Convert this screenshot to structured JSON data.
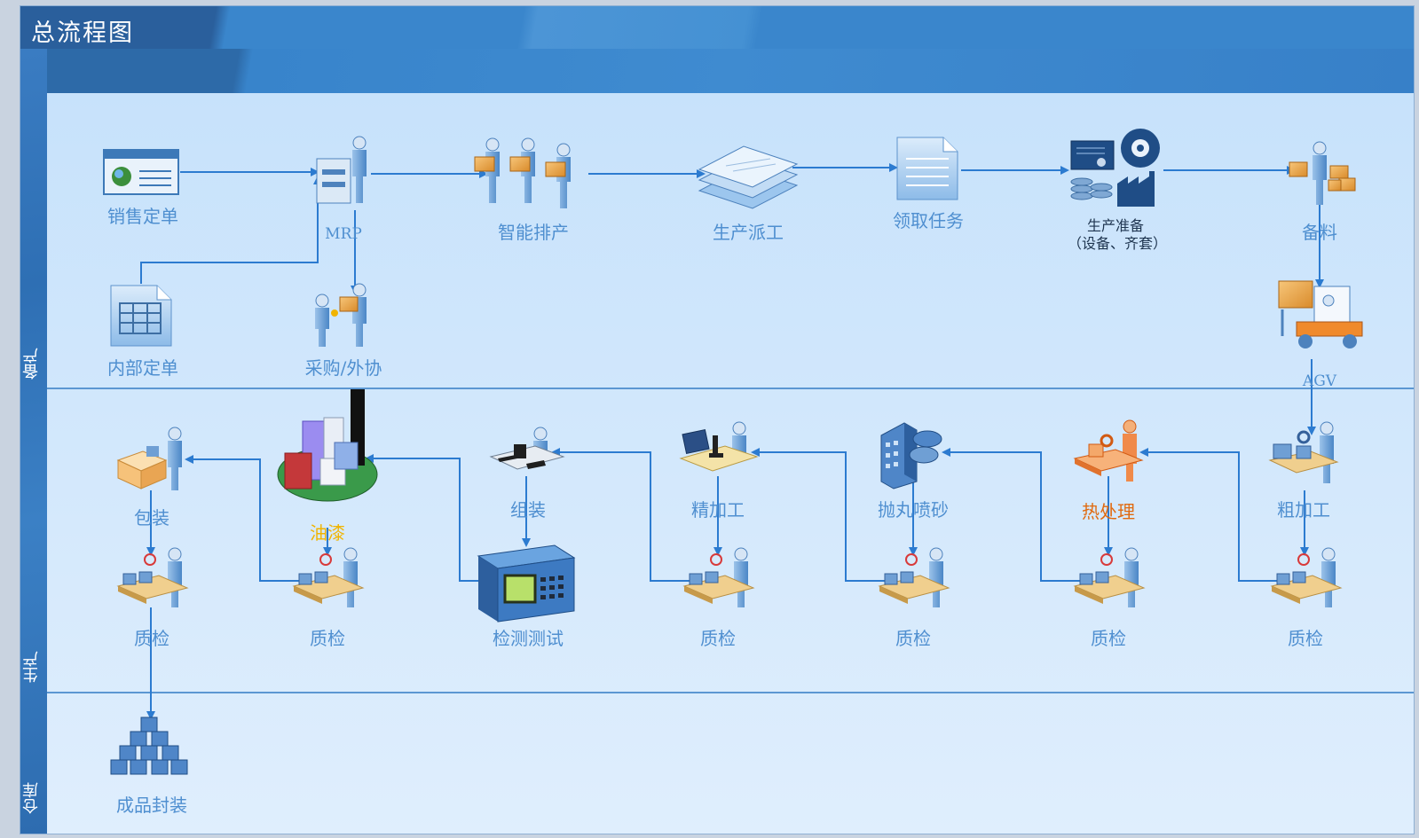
{
  "title": "总流程图",
  "lanes": [
    {
      "id": "prep",
      "label": "备产"
    },
    {
      "id": "prod",
      "label": "生产"
    },
    {
      "id": "wh",
      "label": "仓库"
    }
  ],
  "nodes": {
    "sales_order": "销售定单",
    "mrp": "MRP",
    "smart_sched": "智能排产",
    "dispatch": "生产派工",
    "receive_task": "领取任务",
    "prod_prep_1": "生产准备",
    "prod_prep_2": "（设备、齐套）",
    "material": "备料",
    "internal_order": "内部定单",
    "purchase": "采购/外协",
    "agv": "AGV",
    "packing": "包装",
    "painting": "油漆",
    "assembly": "组装",
    "finishing": "精加工",
    "blasting": "抛丸喷砂",
    "heat": "热处理",
    "roughing": "粗加工",
    "qc1": "质检",
    "qc2": "质检",
    "test": "检测测试",
    "qc3": "质检",
    "qc4": "质检",
    "qc5": "质检",
    "qc6": "质检",
    "finished": "成品封装"
  },
  "colors": {
    "frame": "#2f75bd",
    "canvas": "#d4e9fc",
    "arrow": "#2c7bd0",
    "label": "#4f8fd0",
    "highlight": "#e06a10",
    "paint": "#f0b400"
  }
}
